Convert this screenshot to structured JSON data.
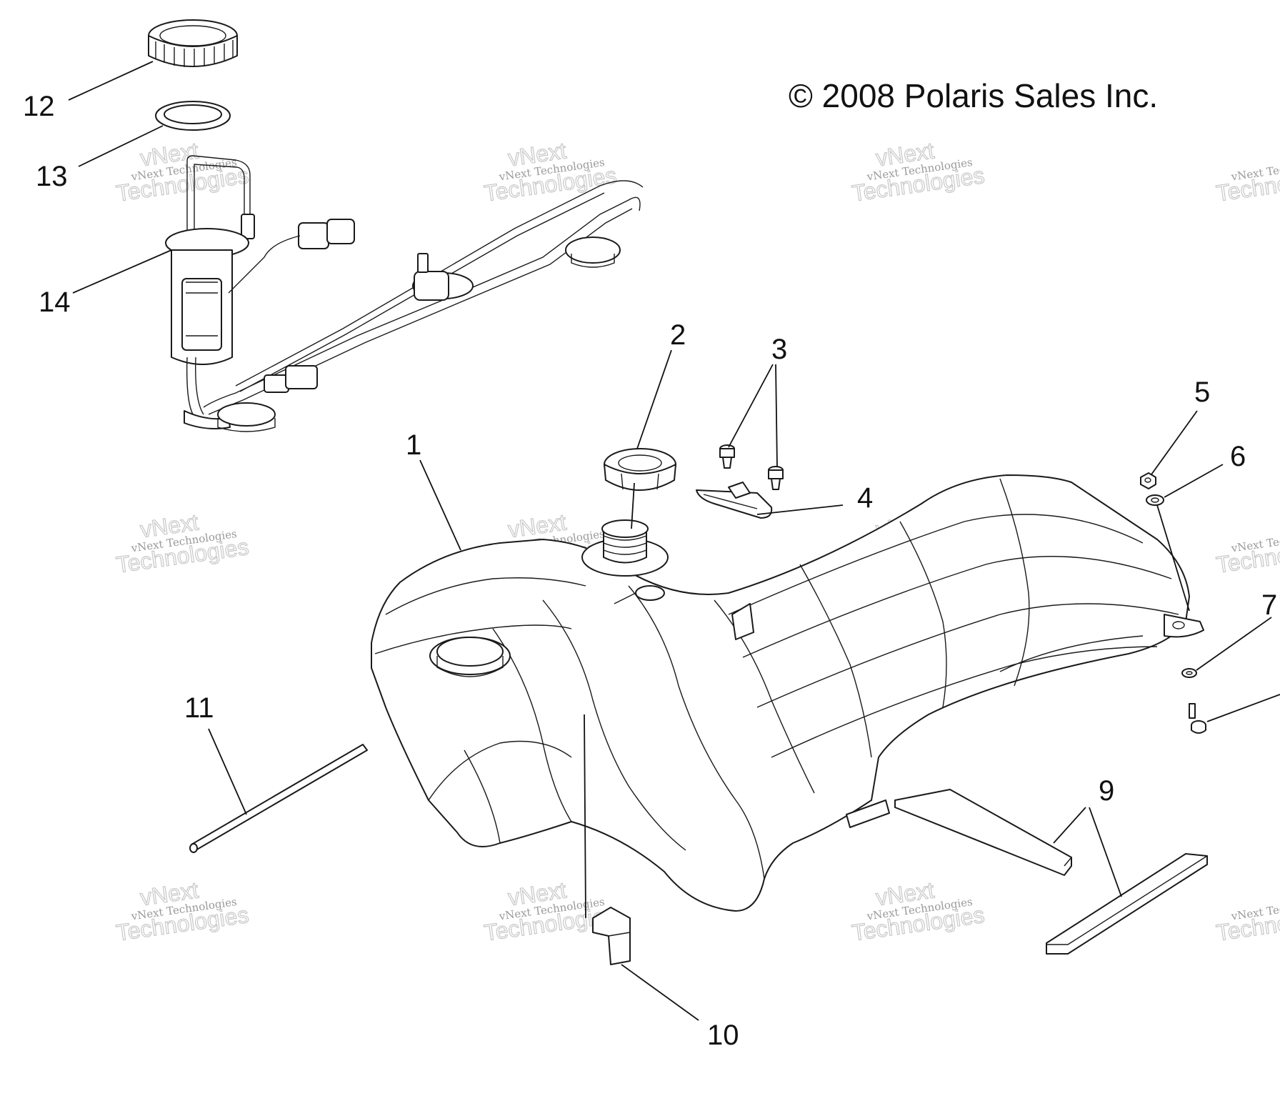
{
  "diagram": {
    "copyright": "© 2008 Polaris Sales Inc.",
    "watermark": {
      "line1": "vNext Technologies",
      "line2": "vNext",
      "line3": "Technologies"
    },
    "callouts": [
      {
        "id": "1",
        "label": "1"
      },
      {
        "id": "2",
        "label": "2"
      },
      {
        "id": "3",
        "label": "3"
      },
      {
        "id": "4",
        "label": "4"
      },
      {
        "id": "5",
        "label": "5"
      },
      {
        "id": "6",
        "label": "6"
      },
      {
        "id": "7",
        "label": "7"
      },
      {
        "id": "9",
        "label": "9"
      },
      {
        "id": "10",
        "label": "10"
      },
      {
        "id": "11",
        "label": "11"
      },
      {
        "id": "12",
        "label": "12"
      },
      {
        "id": "13",
        "label": "13"
      },
      {
        "id": "14",
        "label": "14"
      }
    ]
  }
}
